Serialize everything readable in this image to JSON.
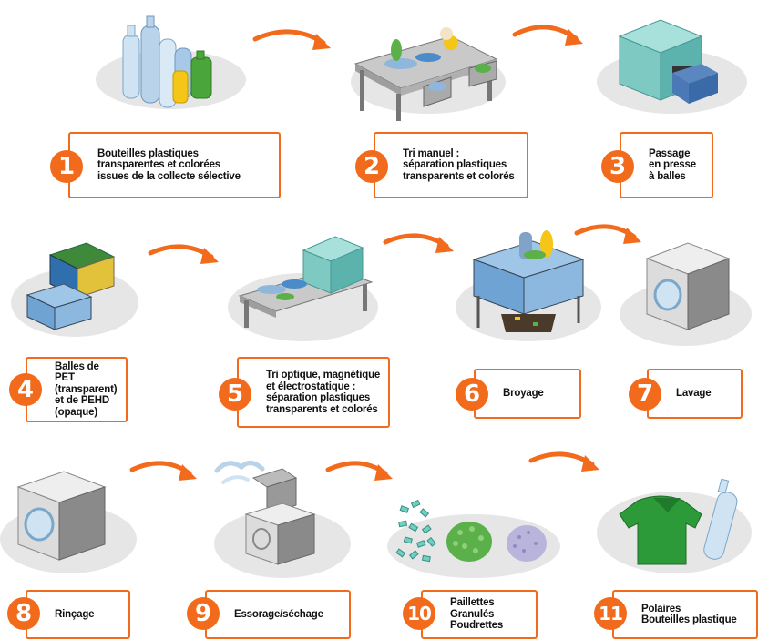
{
  "accent_color": "#f26a1b",
  "steps": [
    {
      "number": "1",
      "label": "Bouteilles plastiques\ntransparentes et colorées\nissues de la collecte sélective",
      "icon": "plastic-bottles-icon"
    },
    {
      "number": "2",
      "label": "Tri manuel :\nséparation plastiques\ntransparents et colorés",
      "icon": "manual-sorting-table-icon"
    },
    {
      "number": "3",
      "label": "Passage\nen presse\nà balles",
      "icon": "baling-press-icon"
    },
    {
      "number": "4",
      "label": "Balles de PET\n(transparent)\net de PEHD\n(opaque)",
      "icon": "plastic-bales-icon"
    },
    {
      "number": "5",
      "label": "Tri optique, magnétique\net électrostatique :\nséparation plastiques\ntransparents et colorés",
      "icon": "optical-sorter-icon"
    },
    {
      "number": "6",
      "label": "Broyage",
      "icon": "shredder-icon"
    },
    {
      "number": "7",
      "label": "Lavage",
      "icon": "washing-machine-icon"
    },
    {
      "number": "8",
      "label": "Rinçage",
      "icon": "rinsing-machine-icon"
    },
    {
      "number": "9",
      "label": "Essorage/séchage",
      "icon": "dryer-icon"
    },
    {
      "number": "10",
      "label": "Paillettes\nGranulés\nPoudrettes",
      "icon": "flakes-granules-powder-icon"
    },
    {
      "number": "11",
      "label": "Polaires\nBouteilles plastique",
      "icon": "fleece-and-bottle-icon"
    }
  ]
}
